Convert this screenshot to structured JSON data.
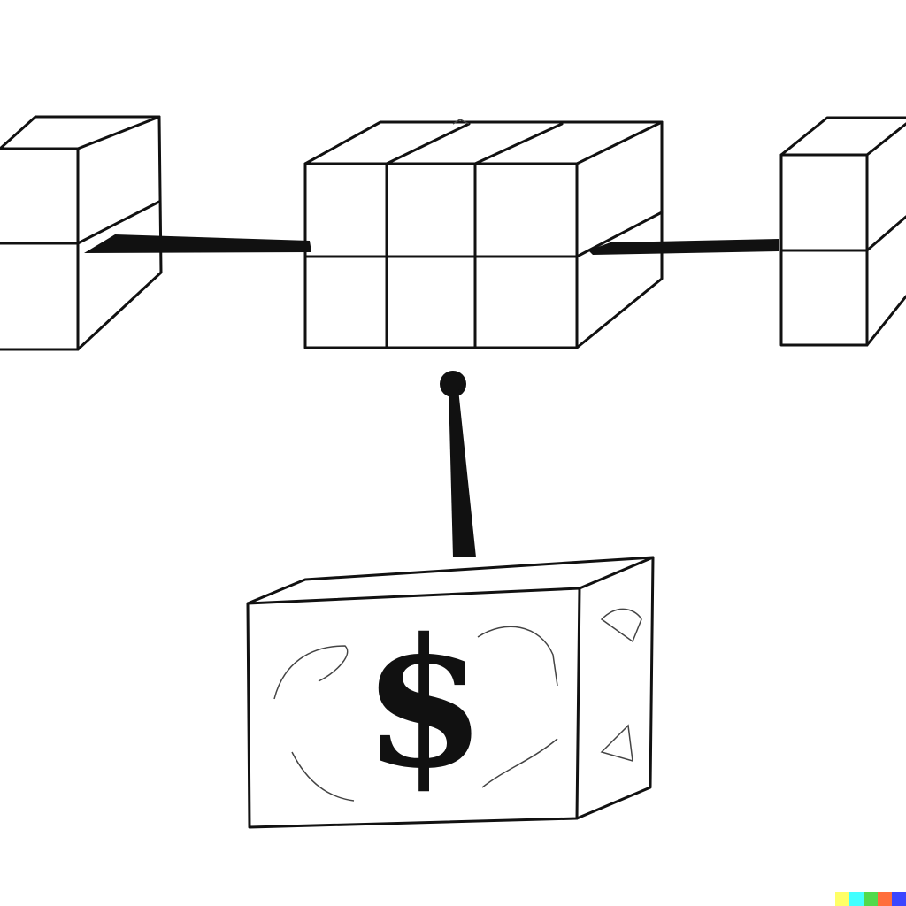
{
  "diagram": {
    "blocks": [
      {
        "id": "left-block"
      },
      {
        "id": "center-block-group"
      },
      {
        "id": "right-block"
      }
    ],
    "money_box": {
      "symbol": "$"
    },
    "colors": {
      "ink": "#111111",
      "background": "#ffffff",
      "watermark": [
        "#ffff66",
        "#42ffff",
        "#51da4c",
        "#ff6e3c",
        "#3c46ff"
      ]
    }
  }
}
